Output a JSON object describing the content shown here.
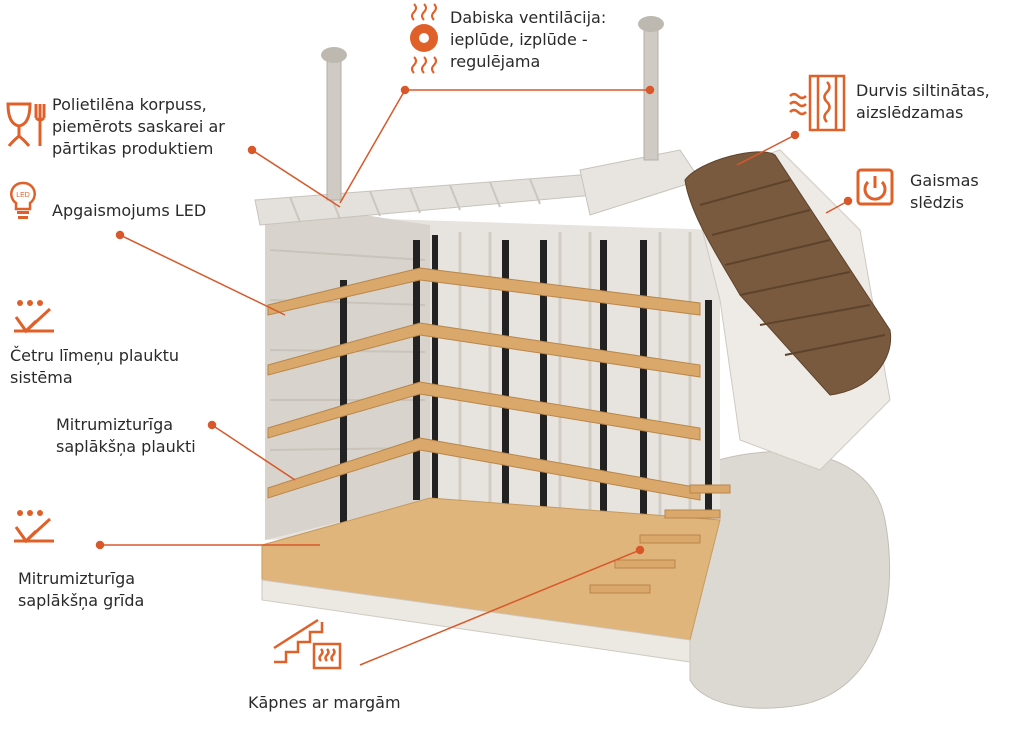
{
  "accent_color": "#e0602a",
  "labels": {
    "ventilation": {
      "line1": "Dabiska ventilācija:",
      "line2": "ieplūde, izplūde -",
      "line3": "regulējama",
      "icon": "fan-heat-icon"
    },
    "body": {
      "line1": "Polietilēna korpuss,",
      "line2": "piemērots saskarei ar",
      "line3": "pārtikas produktiem",
      "icon": "food-safe-icon"
    },
    "led": {
      "line1": "Apgaismojums LED",
      "icon": "led-bulb-icon"
    },
    "shelf_system": {
      "line1": "Četru līmeņu plauktu",
      "line2": "sistēma",
      "icon": "moisture-resistant-icon"
    },
    "shelves": {
      "line1": "Mitrumizturīga",
      "line2": "saplākšņa plaukti"
    },
    "floor": {
      "line1": "Mitrumizturīga",
      "line2": "saplākšņa grīda",
      "icon": "moisture-resistant-icon"
    },
    "stairs": {
      "line1": "Kāpnes ar margām",
      "icon": "stairs-heating-icon"
    },
    "door": {
      "line1": "Durvis siltinātas,",
      "line2": "aizslēdzamas",
      "icon": "insulated-door-icon"
    },
    "switch": {
      "line1": "Gaismas",
      "line2": "slēdzis",
      "icon": "power-switch-icon"
    }
  }
}
